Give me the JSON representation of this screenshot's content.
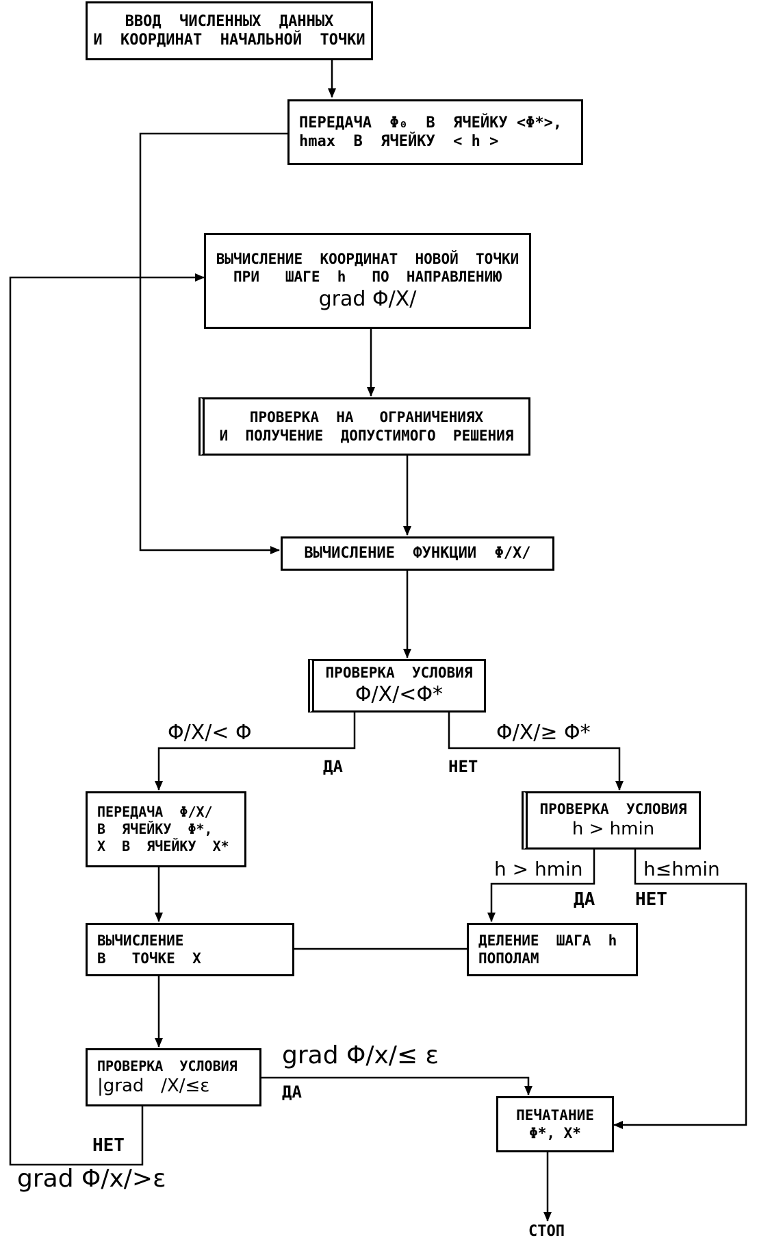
{
  "boxes": {
    "input": [
      "ВВОД  ЧИСЛЕННЫХ  ДАННЫХ",
      "И  КООРДИНАТ  НАЧАЛЬНОЙ  ТОЧКИ"
    ],
    "transfer": [
      "ПЕРЕДАЧА  Φ₀  В  ЯЧЕЙКУ <Φ*>,",
      "hmax  В  ЯЧЕЙКУ  < h >"
    ],
    "new_point": [
      "ВЫЧИСЛЕНИЕ  КООРДИНАТ  НОВОЙ  ТОЧКИ",
      "ПРИ   ШАГЕ  h   ПО  НАПРАВЛЕНИЮ",
      "grad Φ/X/"
    ],
    "constraints": [
      "ПРОВЕРКА  НА   ОГРАНИЧЕНИЯХ",
      "И  ПОЛУЧЕНИЕ  ДОПУСТИМОГО  РЕШЕНИЯ"
    ],
    "compute_f": [
      "ВЫЧИСЛЕНИЕ  ФУНКЦИИ  Φ/X/"
    ],
    "check_f": [
      "ПРОВЕРКА  УСЛОВИЯ",
      "Φ/X/<Φ*"
    ],
    "transfer2": [
      "ПЕРЕДАЧА  Φ/X/",
      "В  ЯЧЕЙКУ  Φ*,",
      "X  В  ЯЧЕЙКУ  X*"
    ],
    "check_h": [
      "ПРОВЕРКА  УСЛОВИЯ",
      "h > hmin"
    ],
    "compute_x": [
      "ВЫЧИСЛЕНИЕ",
      "В   ТОЧКЕ  X"
    ],
    "halve": [
      "ДЕЛЕНИЕ  ШАГА  h",
      "ПОПОЛАМ"
    ],
    "check_grad": [
      "ПРОВЕРКА  УСЛОВИЯ",
      "|grad   /X/≤ε"
    ],
    "print": [
      "ПЕЧАТАНИЕ",
      "Φ*, X*"
    ]
  },
  "labels": {
    "f_less": "Φ/X/< Φ",
    "f_ge": "Φ/X/≥ Φ*",
    "yes1": "ДА",
    "no1": "НЕТ",
    "h_gt": "h > hmin",
    "h_le": "h≤hmin",
    "yes2": "ДА",
    "no2": "НЕТ",
    "grad_le": "grad Φ/x/≤ ε",
    "yes3": "ДА",
    "no3": "НЕТ",
    "grad_gt": "grad Φ/x/>ε",
    "stop": "СТОП"
  },
  "colors": {
    "ink": "#000000",
    "paper": "#ffffff"
  }
}
